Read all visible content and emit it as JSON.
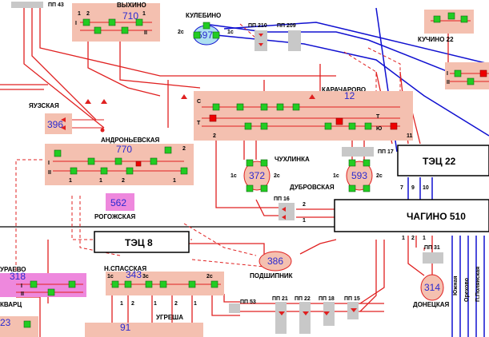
{
  "stations": {
    "vykhino": {
      "name": "ВЫХИНО",
      "num": "710"
    },
    "kulebino": {
      "name": "КУЛЕБИНО",
      "num": "597"
    },
    "kuchino": {
      "name": "КУЧИНО 22"
    },
    "karacharovo": {
      "name": "КАРАЧАРОВО",
      "num": "12"
    },
    "yauzskaya": {
      "name": "ЯУЗСКАЯ",
      "num": "396"
    },
    "andronyevskaya": {
      "name": "АНДРОНЬЕВСКАЯ",
      "num": "770"
    },
    "rogozhskaya": {
      "name": "РОГОЖСКАЯ",
      "num": "562"
    },
    "chukhlinka": {
      "name": "ЧУХЛИНКА",
      "num": "372"
    },
    "dubrovskaya": {
      "name": "ДУБРОВСКАЯ",
      "num": "593"
    },
    "podshipnik": {
      "name": "ПОДШИПНИК",
      "num": "386"
    },
    "nspasskaya": {
      "name": "Н.СПАССКАЯ",
      "num": "343"
    },
    "ugresha": {
      "name": "УГРЕША",
      "num": "91"
    },
    "donetskaya": {
      "name": "ДОНЕЦКАЯ",
      "num": "314"
    },
    "uraevo": {
      "name": "УРАЕВО",
      "num": "318"
    },
    "kvarts": {
      "name": "КВАРЦ",
      "num": "23"
    }
  },
  "plants": {
    "tec22": "ТЭЦ 22",
    "tec8": "ТЭЦ 8",
    "chagino": "ЧАГИНО 510"
  },
  "points": {
    "pp43": "ПП 43",
    "pp210": "ПП 210",
    "pp209": "ПП 209",
    "pp17": "ПП 17",
    "pp16": "ПП 16",
    "pp31": "ПП 31",
    "pp53": "ПП 53",
    "pp21": "ПП 21",
    "pp22": "ПП 22",
    "pp18": "ПП 18",
    "pp15": "ПП 15"
  },
  "vertical_labels": {
    "yuzhnaya": "Южная",
    "orekhovo": "Орехово",
    "ppolyanskaya": "П.Полянская"
  },
  "colors": {
    "feeder": "#e02020",
    "line110": "#1010d0",
    "panel": "#f4c0b0",
    "switch": "#22cc22"
  }
}
